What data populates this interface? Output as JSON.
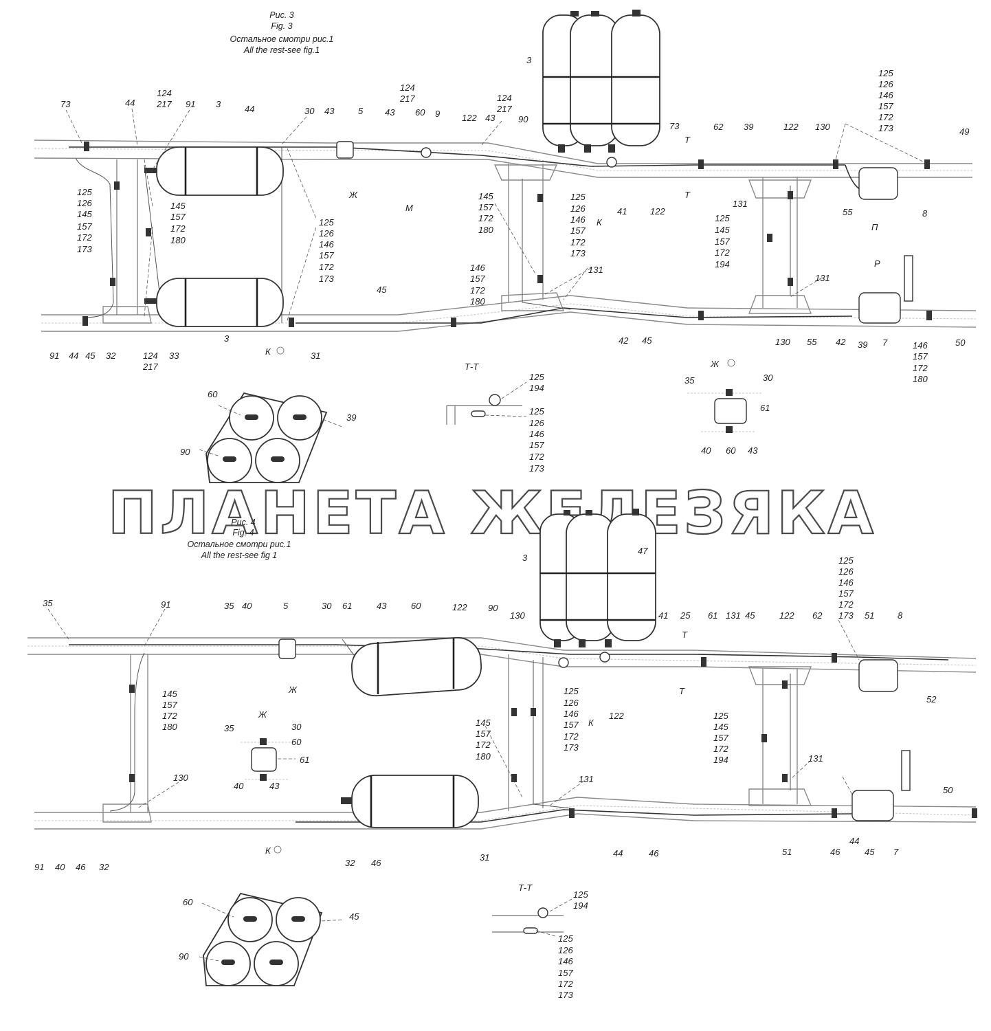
{
  "figure3": {
    "caption_ru": "Рис. 3",
    "caption_en": "Fig. 3",
    "note_ru": "Остальное смотри рис.1",
    "note_en": "All the rest-see fig.1",
    "labels": {
      "l73": "73",
      "l44a": "44",
      "l124_217_a": "124\n217",
      "l91a": "91",
      "l3a": "3",
      "l44b": "44",
      "l30": "30",
      "l43a": "43",
      "l5": "5",
      "l43b": "43",
      "l124_217_b": "124\n217",
      "l60": "60",
      "l9": "9",
      "l122a": "122",
      "l43c": "43",
      "l124_217_c": "124\n217",
      "l90": "90",
      "l3tank": "3",
      "l73b": "73",
      "l62": "62",
      "l39": "39",
      "l122b": "122",
      "l130a": "130",
      "l49": "49",
      "lstack_right": "125\n126\n146\n157\n172\n173",
      "lstack_left": "125\n126\n145\n157\n172\n173",
      "l145_180_a": "145\n157\n172\n180",
      "lstack_mid": "125\n126\n146\n157\n172\n173",
      "lZh": "Ж",
      "lM": "М",
      "l145_180_b": "145\n157\n172\n180",
      "lstack_center": "125\n126\n146\n157\n172\n173",
      "lK1": "К",
      "l41": "41",
      "l122c": "122",
      "l131a": "131",
      "lT1": "Т",
      "lT2": "Т",
      "l125_194": "125\n145\n157\n172\n194",
      "l55a": "55",
      "l8": "8",
      "lP": "П",
      "l146_180": "146\n157\n172\n180",
      "l45a": "45",
      "l131b": "131",
      "l131c": "131",
      "lR": "Р",
      "l91b": "91",
      "l44c": "44",
      "l45b": "45",
      "l32": "32",
      "l124_217_d": "124\n217",
      "l33": "33",
      "l3b": "3",
      "lK2": "К",
      "l31": "31",
      "l42a": "42",
      "l45c": "45",
      "l130b": "130",
      "l55b": "55",
      "l42b": "42",
      "l39b": "39",
      "l7": "7",
      "l146_180_b": "146\n157\n172\n180",
      "l50": "50"
    },
    "section_TT": {
      "title": "Т-Т",
      "upper": "125\n194",
      "lower": "125\n126\n146\n157\n172\n173"
    },
    "section_Zh": {
      "title": "Ж",
      "l35": "35",
      "l30": "30",
      "l61": "61",
      "l40": "40",
      "l60": "60",
      "l43": "43"
    },
    "tank_cluster": {
      "l60": "60",
      "l39": "39",
      "l90": "90"
    }
  },
  "watermark": "ПЛАНЕТА ЖЕЛЕЗЯКА",
  "figure4": {
    "caption_ru": "Рис. 4",
    "caption_en": "Fig. 4",
    "note_ru": "Остальное смотри рис.1",
    "note_en": "All the rest-see fig 1",
    "labels": {
      "l47": "47",
      "l3": "3",
      "l35a": "35",
      "l91a": "91",
      "l35b": "35",
      "l40a": "40",
      "l5": "5",
      "l30": "30",
      "l61a": "61",
      "l43a": "43",
      "l60a": "60",
      "l122a": "122",
      "l90": "90",
      "l130a": "130",
      "l41": "41",
      "l25": "25",
      "l61b": "61",
      "l131a": "131",
      "l45a": "45",
      "l122b": "122",
      "l62": "62",
      "l51a": "51",
      "l8": "8",
      "lstack_right": "125\n126\n146\n157\n172\n173",
      "lT1": "Т",
      "lT2": "Т",
      "l52": "52",
      "l145_180_a": "145\n157\n172\n180",
      "lZh": "Ж",
      "lstack_mid": "125\n126\n146\n157\n172\n173",
      "lK1": "К",
      "l122c": "122",
      "l145_180_b": "145\n157\n172\n180",
      "l125_194": "125\n145\n157\n172\n194",
      "l131b": "131",
      "l131c": "131",
      "l130b": "130",
      "l50": "50",
      "lK2": "К",
      "l32a": "32",
      "l46a": "46",
      "l31": "31",
      "l44a": "44",
      "l46b": "46",
      "l51b": "51",
      "l44b": "44",
      "l46c": "46",
      "l45b": "45",
      "l7": "7",
      "l91b": "91",
      "l40b": "40",
      "l46d": "46",
      "l32b": "32"
    },
    "section_Zh": {
      "title": "Ж",
      "l35": "35",
      "l30": "30",
      "l60": "60",
      "l61": "61",
      "l40": "40",
      "l43": "43"
    },
    "section_TT": {
      "title": "Т-Т",
      "upper": "125\n194",
      "lower": "125\n126\n146\n157\n172\n173"
    },
    "tank_cluster": {
      "l60": "60",
      "l45": "45",
      "l90": "90"
    }
  }
}
